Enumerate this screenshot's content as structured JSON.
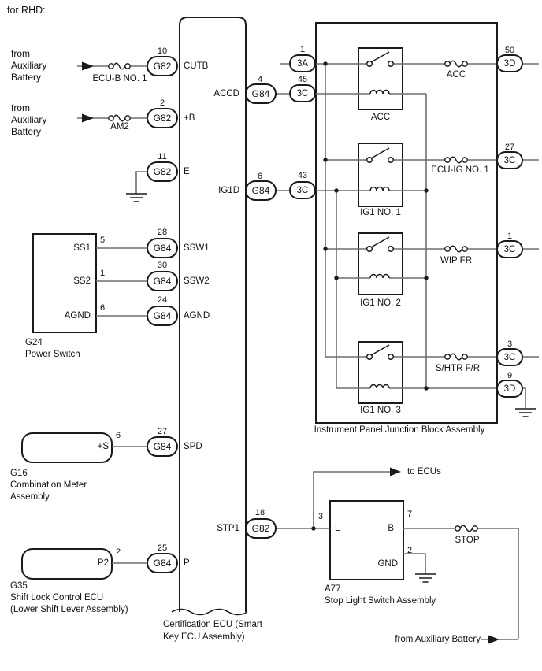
{
  "header": {
    "title": "for RHD:"
  },
  "colors": {
    "wire": "#6e6e6e",
    "line": "#1a1a1a",
    "text": "#111111",
    "background": "#ffffff"
  },
  "feeds": {
    "top1": {
      "source": "from\nAuxiliary\nBattery",
      "fuse": "ECU-B NO. 1"
    },
    "top2": {
      "source": "from\nAuxiliary\nBattery",
      "fuse": "AM2"
    },
    "bottom": {
      "source": "from Auxiliary Battery"
    },
    "to_ecus": "to ECUs"
  },
  "ecu": {
    "name_line1": "Certification ECU (Smart",
    "name_line2": "Key ECU Assembly)",
    "pins": {
      "cutb": {
        "num": "10",
        "conn": "G82",
        "label": "CUTB"
      },
      "b": {
        "num": "2",
        "conn": "G82",
        "label": "+B"
      },
      "e": {
        "num": "11",
        "conn": "G82",
        "label": "E"
      },
      "ssw1": {
        "num": "28",
        "conn": "G84",
        "label": "SSW1"
      },
      "ssw2": {
        "num": "30",
        "conn": "G84",
        "label": "SSW2"
      },
      "agnd": {
        "num": "24",
        "conn": "G84",
        "label": "AGND"
      },
      "spd": {
        "num": "27",
        "conn": "G84",
        "label": "SPD"
      },
      "p": {
        "num": "25",
        "conn": "G84",
        "label": "P"
      },
      "accd": {
        "num": "4",
        "conn": "G84",
        "label": "ACCD"
      },
      "ig1d": {
        "num": "6",
        "conn": "G84",
        "label": "IG1D"
      },
      "stp1": {
        "num": "18",
        "conn": "G82",
        "label": "STP1"
      }
    }
  },
  "junction_block": {
    "name": "Instrument Panel Junction Block Assembly",
    "inputs": {
      "acc_sw": {
        "num": "1",
        "conn": "3A"
      },
      "accd": {
        "num": "45",
        "conn": "3C"
      },
      "ig1d": {
        "num": "43",
        "conn": "3C"
      }
    },
    "outputs": {
      "acc": {
        "num": "50",
        "conn": "3D"
      },
      "ecu_ig": {
        "num": "27",
        "conn": "3C"
      },
      "wip": {
        "num": "1",
        "conn": "3C"
      },
      "shtr": {
        "num": "3",
        "conn": "3C"
      },
      "gnd": {
        "num": "9",
        "conn": "3D"
      }
    },
    "relays": {
      "acc": "ACC",
      "ig1_1": "IG1 NO. 1",
      "ig1_2": "IG1 NO. 2",
      "ig1_3": "IG1 NO. 3"
    },
    "fuses": {
      "acc": "ACC",
      "ecu_ig": "ECU-IG NO. 1",
      "wip": "WIP FR",
      "shtr": "S/HTR F/R"
    }
  },
  "g24": {
    "code": "G24",
    "name": "Power Switch",
    "pins": {
      "ss1": {
        "label": "SS1",
        "num": "5"
      },
      "ss2": {
        "label": "SS2",
        "num": "1"
      },
      "agnd": {
        "label": "AGND",
        "num": "6"
      }
    }
  },
  "g16": {
    "code": "G16",
    "name_line1": "Combination Meter",
    "name_line2": "Assembly",
    "pin": {
      "label": "+S",
      "num": "6"
    }
  },
  "g35": {
    "code": "G35",
    "name_line1": "Shift Lock Control ECU",
    "name_line2": "(Lower Shift Lever Assembly)",
    "pin": {
      "label": "P2",
      "num": "2"
    }
  },
  "a77": {
    "code": "A77",
    "name": "Stop Light Switch Assembly",
    "fuse": "STOP",
    "pins": {
      "l": {
        "label": "L",
        "num": "3"
      },
      "b": {
        "label": "B",
        "num": "7"
      },
      "gnd": {
        "label": "GND",
        "num": "2"
      }
    }
  }
}
